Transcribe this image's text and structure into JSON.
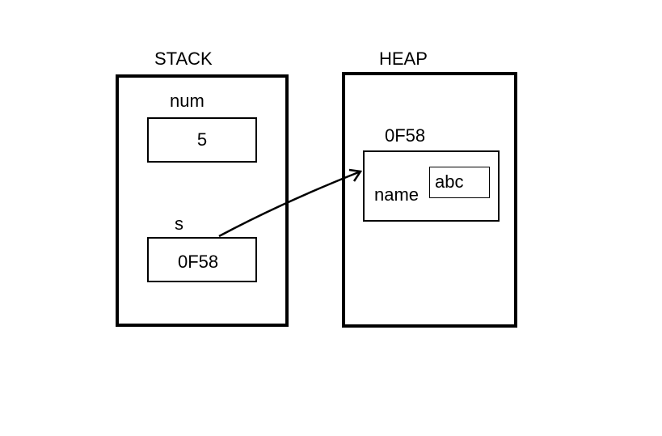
{
  "stack": {
    "title": "STACK",
    "variables": [
      {
        "name": "num",
        "value": "5"
      },
      {
        "name": "s",
        "value": "0F58"
      }
    ]
  },
  "heap": {
    "title": "HEAP",
    "object": {
      "address": "0F58",
      "field_name": "name",
      "field_value": "abc"
    }
  }
}
